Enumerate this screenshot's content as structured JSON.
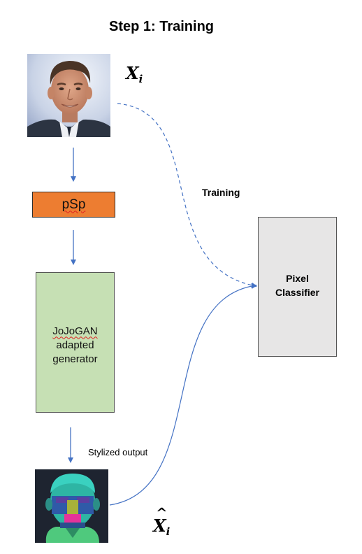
{
  "title": "Step 1: Training",
  "input_label": {
    "var": "X",
    "sub": "i"
  },
  "output_label": {
    "var": "X",
    "sub": "i"
  },
  "psp_label": "pSp",
  "generator_lines": [
    "JoJoGAN",
    "adapted",
    "generator"
  ],
  "classifier_lines": [
    "Pixel",
    "Classifier"
  ],
  "edge_labels": {
    "training": "Training",
    "stylized": "Stylized output"
  },
  "colors": {
    "arrow": "#4472c4",
    "psp_fill": "#ed7d31",
    "generator_fill": "#c6e0b4",
    "classifier_fill": "#e7e6e6"
  }
}
